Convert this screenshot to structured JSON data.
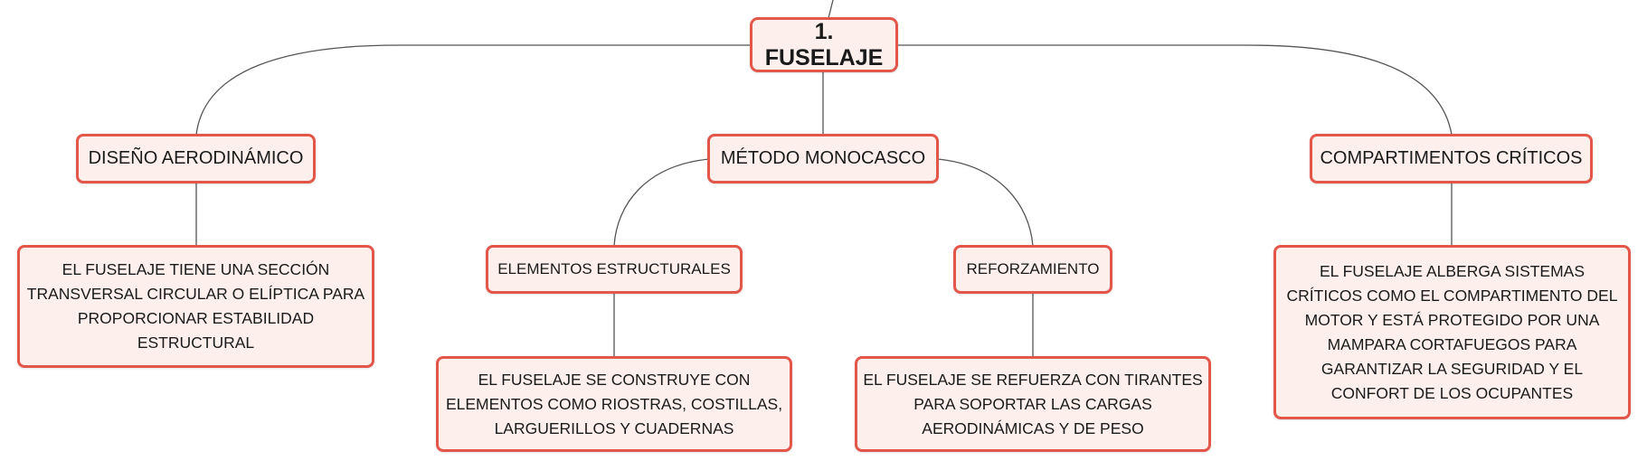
{
  "colors": {
    "node_border": "#e3574a",
    "node_fill": "#fdf0ec",
    "connector": "#555555",
    "text": "#1a1a1a"
  },
  "root": {
    "label": "1. FUSELAJE"
  },
  "branches": {
    "diseno": {
      "label": "DISEÑO AERODINÁMICO",
      "detail": "EL FUSELAJE TIENE UNA SECCIÓN TRANSVERSAL CIRCULAR O ELÍPTICA PARA PROPORCIONAR ESTABILIDAD ESTRUCTURAL"
    },
    "monocasco": {
      "label": "MÉTODO MONOCASCO",
      "elementos": {
        "label": "ELEMENTOS ESTRUCTURALES",
        "detail": "EL FUSELAJE SE CONSTRUYE CON ELEMENTOS COMO RIOSTRAS, COSTILLAS, LARGUERILLOS Y CUADERNAS"
      },
      "reforzamiento": {
        "label": "REFORZAMIENTO",
        "detail": "EL FUSELAJE SE REFUERZA CON TIRANTES PARA SOPORTAR LAS CARGAS AERODINÁMICAS Y DE PESO"
      }
    },
    "compartimentos": {
      "label": "COMPARTIMENTOS CRÍTICOS",
      "detail": "EL FUSELAJE ALBERGA SISTEMAS CRÍTICOS COMO EL COMPARTIMENTO DEL MOTOR Y ESTÁ PROTEGIDO POR UNA MAMPARA CORTAFUEGOS PARA GARANTIZAR LA SEGURIDAD Y EL CONFORT DE LOS OCUPANTES"
    }
  }
}
